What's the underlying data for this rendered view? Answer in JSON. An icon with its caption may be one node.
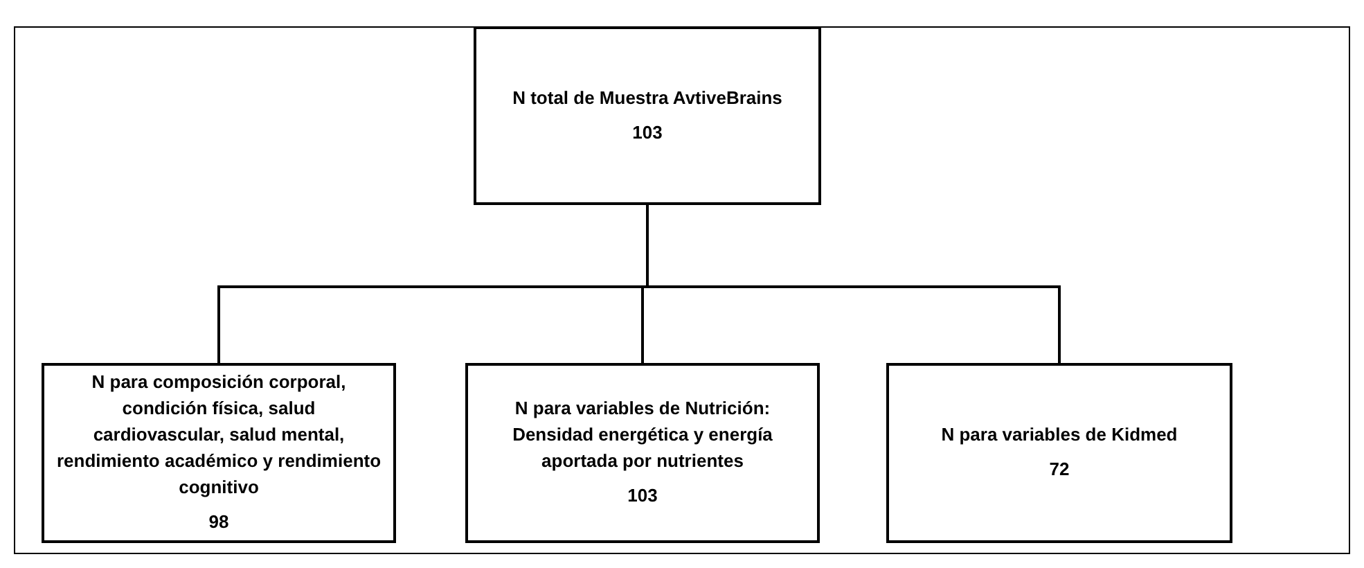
{
  "diagram": {
    "nodes": [
      {
        "text": [],
        "shape": "box"
      },
      {
        "text": [
          "N total de Muestra AvtiveBrains",
          "103"
        ],
        "in": 0
      },
      {
        "text": [
          "N para composición corporal, condición física, salud cardiovascular, salud mental, rendimiento académico y rendimiento cognitivo",
          "98"
        ],
        "in": 0
      },
      {
        "text": [
          "N para variables de Nutrición: Densidad energética y energía aportada por nutrientes",
          "103"
        ],
        "in": 0
      },
      {
        "text": [
          "N para variables de Kidmed",
          "72"
        ],
        "in": 0
      }
    ],
    "edges": [
      {
        "from": 1,
        "to": 2,
        "arrow": "none"
      },
      {
        "from": 1,
        "to": 3,
        "arrow": "none"
      },
      {
        "from": 1,
        "to": 4,
        "arrow": "none"
      }
    ]
  }
}
